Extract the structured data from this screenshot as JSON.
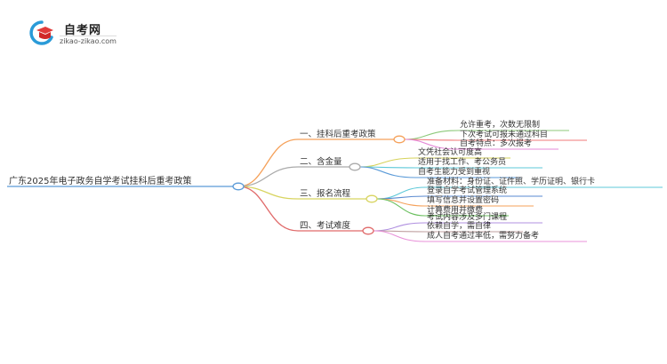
{
  "logo": {
    "title": "自考网",
    "url": "zikao-zikao.com",
    "icon": "graduation-cap-icon"
  },
  "mindmap": {
    "root": "广东2025年电子政务自学考试挂科后重考政策",
    "branches": [
      {
        "label": "一、挂科后重考政策",
        "color": "#f5a15a",
        "children": [
          {
            "label": "允许重考，次数无限制",
            "color": "#8cc97a"
          },
          {
            "label": "下次考试可报未通过科目",
            "color": "#f07a7a"
          },
          {
            "label": "自考特点：多次报考",
            "color": "#e58ad8"
          }
        ]
      },
      {
        "label": "二、含金量",
        "color": "#aaaaaa",
        "children": [
          {
            "label": "文凭社会认可度高",
            "color": "#d6d25a"
          },
          {
            "label": "适用于找工作、考公务员",
            "color": "#5cc8d8"
          },
          {
            "label": "自考生能力受到重视",
            "color": "#5a9ad8"
          }
        ]
      },
      {
        "label": "三、报名流程",
        "color": "#d8d460",
        "children": [
          {
            "label": "准备材料：身份证、证件照、学历证明、银行卡",
            "color": "#5cc8d8"
          },
          {
            "label": "登录自学考试管理系统",
            "color": "#5a8ad0"
          },
          {
            "label": "填写信息并设置密码",
            "color": "#f5a15a"
          },
          {
            "label": "计算费用并缴费",
            "color": "#6cc060"
          }
        ]
      },
      {
        "label": "四、考试难度",
        "color": "#e06a6a",
        "children": [
          {
            "label": "考试内容涉及多门课程",
            "color": "#b090e0"
          },
          {
            "label": "依赖自学，需自律",
            "color": "#c0a0a0"
          },
          {
            "label": "成人自考通过率低，需努力备考",
            "color": "#e890d8"
          }
        ]
      }
    ]
  }
}
